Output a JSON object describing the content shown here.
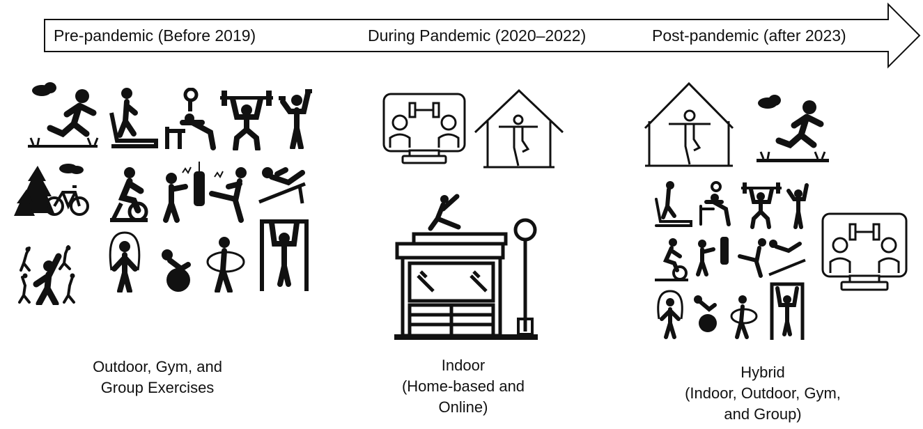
{
  "timeline": {
    "phases": [
      {
        "label": "Pre-pandemic (Before 2019)"
      },
      {
        "label": "During Pandemic (2020–2022)"
      },
      {
        "label": "Post-pandemic (after 2023)"
      }
    ]
  },
  "captions": {
    "pre": [
      "Outdoor, Gym, and",
      "Group Exercises"
    ],
    "during": [
      "Indoor",
      "(Home-based and",
      "Online)"
    ],
    "post": [
      "Hybrid",
      "(Indoor, Outdoor, Gym,",
      "and Group)"
    ]
  },
  "colors": {
    "ink": "#111111",
    "background": "#ffffff"
  }
}
